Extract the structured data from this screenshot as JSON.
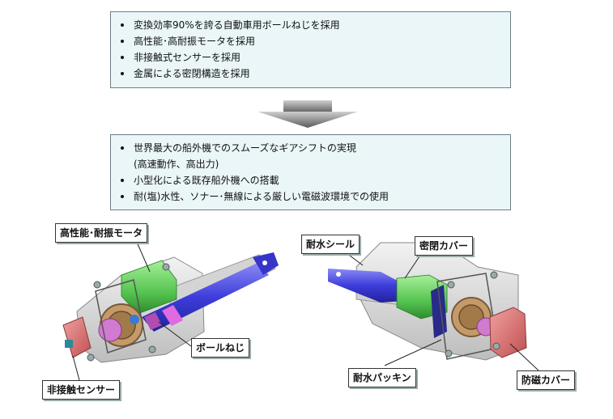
{
  "box_top": {
    "items": [
      "変換効率90%を誇る自動車用ボールねじを採用",
      "高性能･高耐振モータを採用",
      "非接触式センサーを採用",
      "金属による密閉構造を採用"
    ]
  },
  "box_bottom": {
    "items": [
      "世界最大の船外機でのスムーズなギアシフトの実現",
      "(高速動作、高出力)",
      "小型化による既存船外機への搭載",
      "耐(塩)水性、ソナー･無線による厳しい電磁波環境での使用"
    ]
  },
  "labels": {
    "motor": "高性能･耐振モータ",
    "sensor": "非接触センサー",
    "ballscrew": "ボールねじ",
    "seal": "耐水シール",
    "cover": "密閉カバー",
    "packing": "耐水パッキン",
    "magnetic": "防磁カバー"
  },
  "colors": {
    "box_fill": "#eaf6f8",
    "motor": "#6fd46a",
    "shaft": "#4a4ae0",
    "sensor_cover": "#e08a8a",
    "gear": "#b58a5a",
    "housing": "#d6d6d6",
    "arrow": "#808080"
  }
}
